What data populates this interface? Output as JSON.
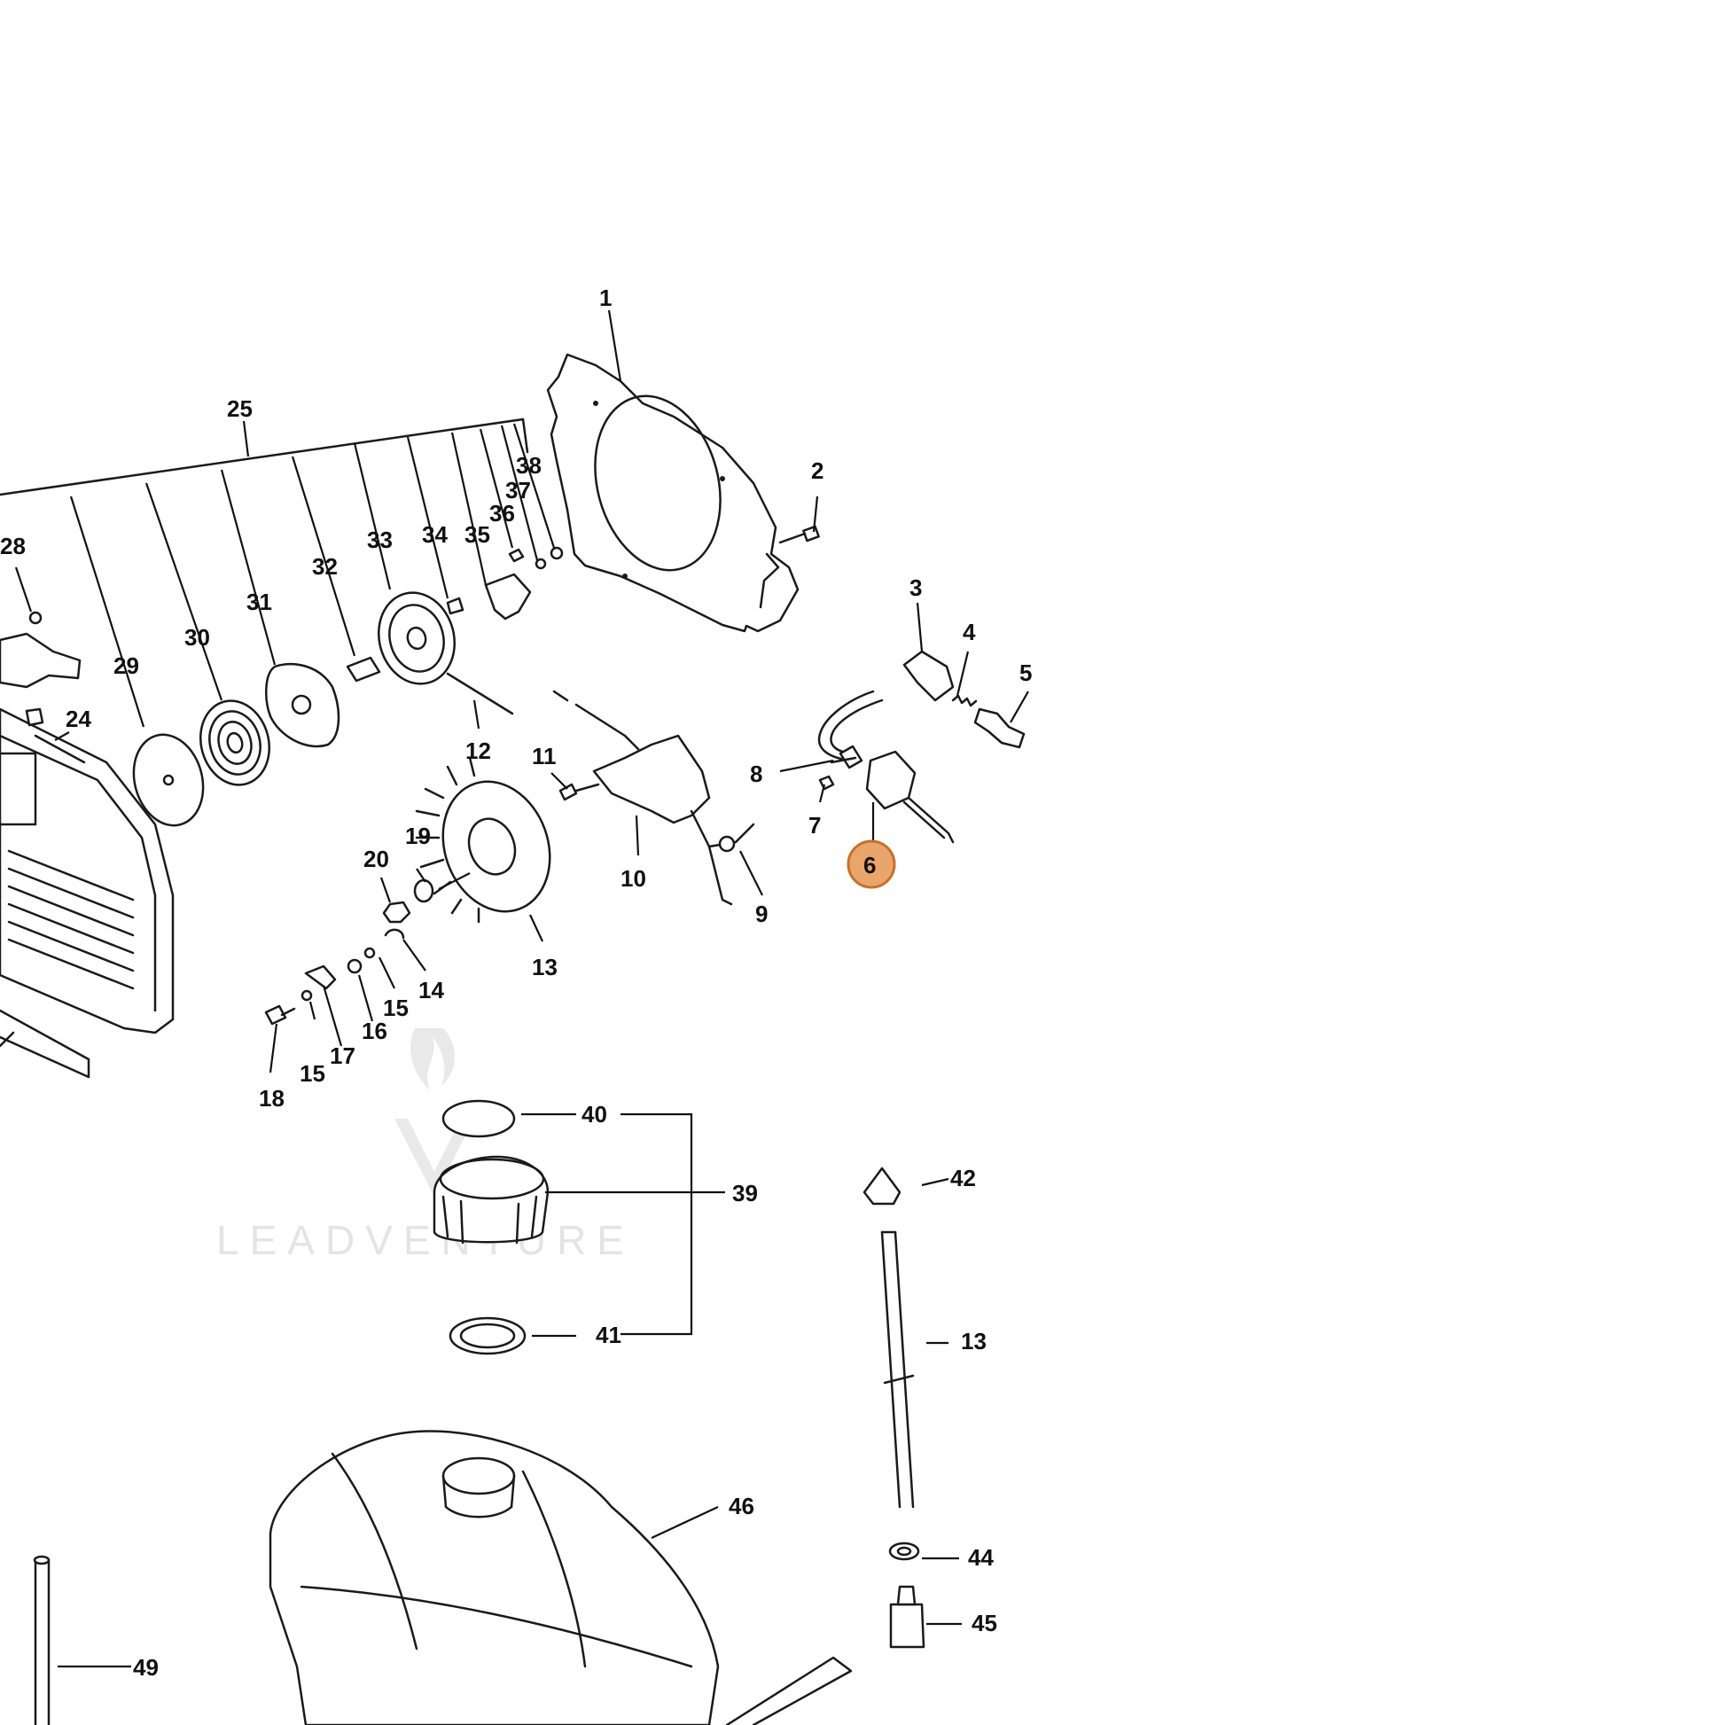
{
  "brand": {
    "watermark": "LEADVENTURE",
    "highlight_color": "#e9a56b",
    "highlight_stroke": "#c7702a"
  },
  "callouts": [
    {
      "id": "1",
      "text": "1"
    },
    {
      "id": "2",
      "text": "2"
    },
    {
      "id": "3",
      "text": "3"
    },
    {
      "id": "4",
      "text": "4"
    },
    {
      "id": "5",
      "text": "5"
    },
    {
      "id": "6",
      "text": "6",
      "selected": true
    },
    {
      "id": "7",
      "text": "7"
    },
    {
      "id": "8",
      "text": "8"
    },
    {
      "id": "9",
      "text": "9"
    },
    {
      "id": "10",
      "text": "10"
    },
    {
      "id": "11",
      "text": "11"
    },
    {
      "id": "12",
      "text": "12"
    },
    {
      "id": "13a",
      "text": "13"
    },
    {
      "id": "13b",
      "text": "13"
    },
    {
      "id": "14",
      "text": "14"
    },
    {
      "id": "15a",
      "text": "15"
    },
    {
      "id": "15b",
      "text": "15"
    },
    {
      "id": "16",
      "text": "16"
    },
    {
      "id": "17",
      "text": "17"
    },
    {
      "id": "18",
      "text": "18"
    },
    {
      "id": "19",
      "text": "19"
    },
    {
      "id": "20",
      "text": "20"
    },
    {
      "id": "24",
      "text": "24"
    },
    {
      "id": "25",
      "text": "25"
    },
    {
      "id": "28",
      "text": "28"
    },
    {
      "id": "29",
      "text": "29"
    },
    {
      "id": "30",
      "text": "30"
    },
    {
      "id": "31",
      "text": "31"
    },
    {
      "id": "32",
      "text": "32"
    },
    {
      "id": "33",
      "text": "33"
    },
    {
      "id": "34",
      "text": "34"
    },
    {
      "id": "35",
      "text": "35"
    },
    {
      "id": "36",
      "text": "36"
    },
    {
      "id": "37",
      "text": "37"
    },
    {
      "id": "38",
      "text": "38"
    },
    {
      "id": "39",
      "text": "39"
    },
    {
      "id": "40",
      "text": "40"
    },
    {
      "id": "41",
      "text": "41"
    },
    {
      "id": "42",
      "text": "42"
    },
    {
      "id": "44",
      "text": "44"
    },
    {
      "id": "45",
      "text": "45"
    },
    {
      "id": "46",
      "text": "46"
    },
    {
      "id": "49",
      "text": "49"
    }
  ]
}
